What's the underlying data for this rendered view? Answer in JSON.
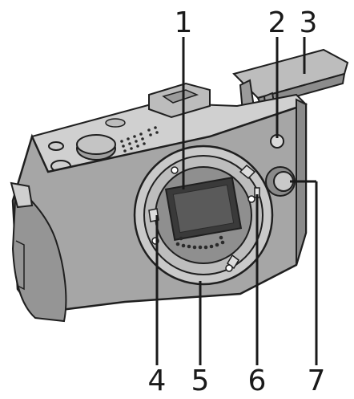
{
  "diagram": {
    "subject": "camera-front-view",
    "callouts": [
      {
        "id": "c1",
        "label": "1"
      },
      {
        "id": "c2",
        "label": "2"
      },
      {
        "id": "c3",
        "label": "3"
      },
      {
        "id": "c4",
        "label": "4"
      },
      {
        "id": "c5",
        "label": "5"
      },
      {
        "id": "c6",
        "label": "6"
      },
      {
        "id": "c7",
        "label": "7"
      }
    ],
    "colors": {
      "body": "#a6a6a6",
      "body_dark": "#6f6f6f",
      "outline": "#1f1f1f",
      "mount": "#c9c9c9",
      "sensor": "#3a3a3a"
    }
  }
}
